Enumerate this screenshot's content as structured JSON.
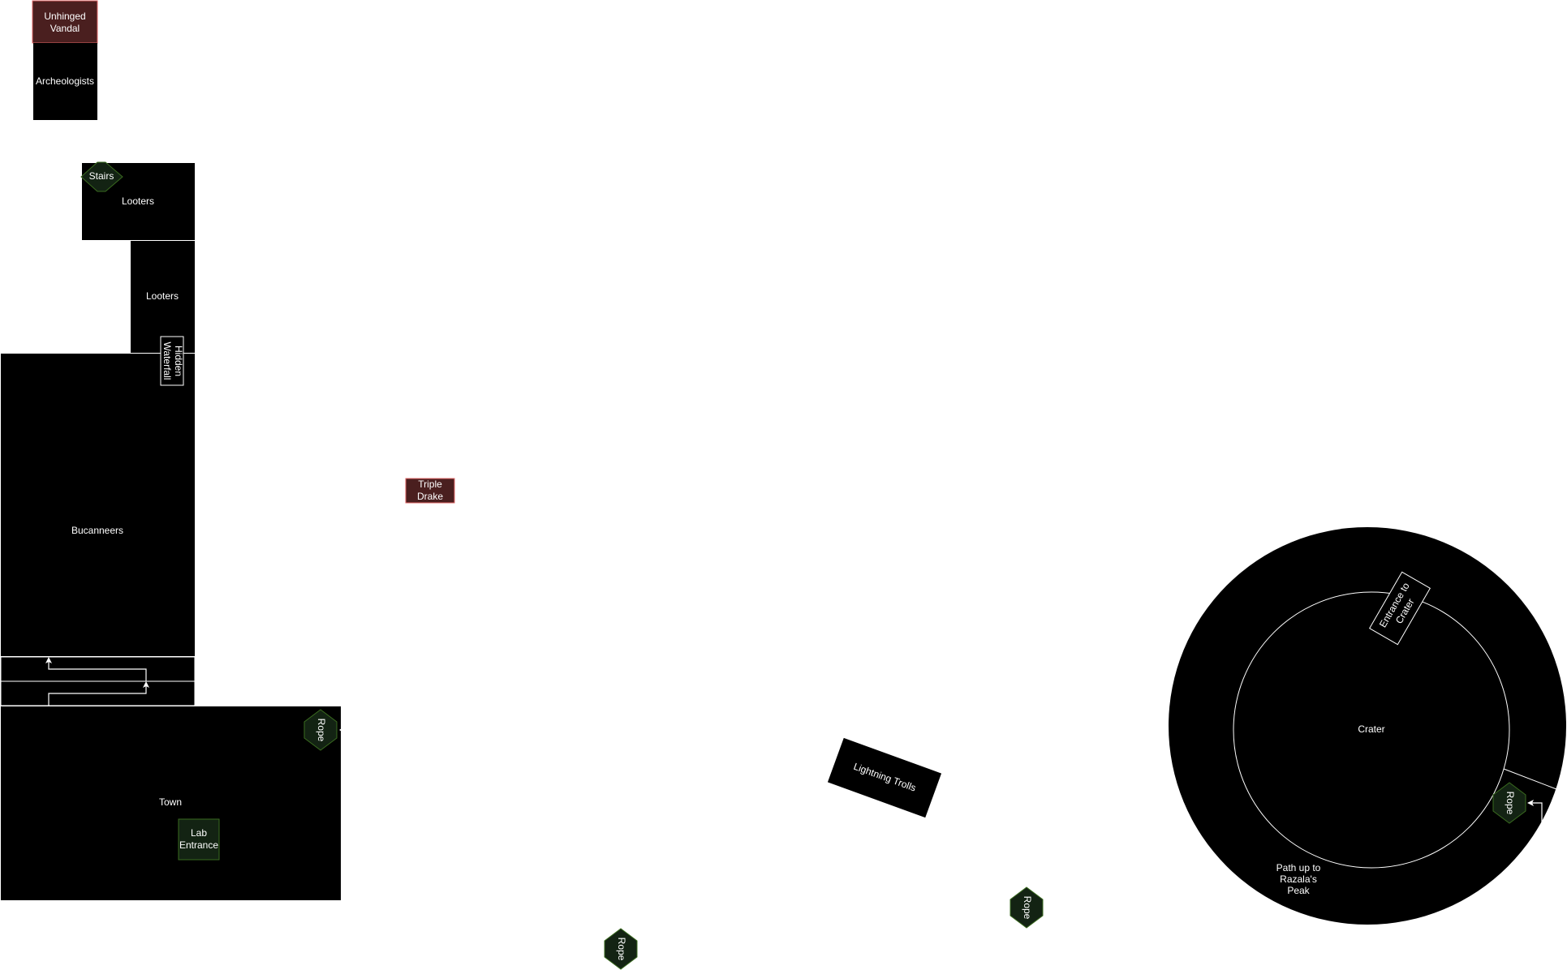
{
  "colors": {
    "region": "#000000",
    "enemy_fill": "#4a1f1f",
    "enemy_stroke": "#e06666",
    "feature_fill": "#132313",
    "feature_stroke": "#3a6b1f",
    "line": "#ffffff"
  },
  "regions": {
    "unhinged_vandal": [
      "Unhinged",
      "Vandal"
    ],
    "archeologists": "Archeologists",
    "looters_1": "Looters",
    "stairs": "Stairs",
    "looters_2": "Looters",
    "hidden_waterfall": [
      "Hidden",
      "Waterfall"
    ],
    "bucanneers": "Bucanneers",
    "town": "Town",
    "town_rope": "Rope",
    "lab_entrance": [
      "Lab",
      "Entrance"
    ],
    "triple_drake": [
      "Triple",
      "Drake"
    ],
    "lightning_trolls": "Lightning Trolls",
    "rope_bottom_left": "Rope",
    "rope_bottom_right": "Rope",
    "crater": "Crater",
    "entrance_to_crater": [
      "Entrance to",
      "Crater"
    ],
    "crater_rope": "Rope",
    "path_up": [
      "Path up to",
      "Razala's",
      "Peak"
    ]
  }
}
